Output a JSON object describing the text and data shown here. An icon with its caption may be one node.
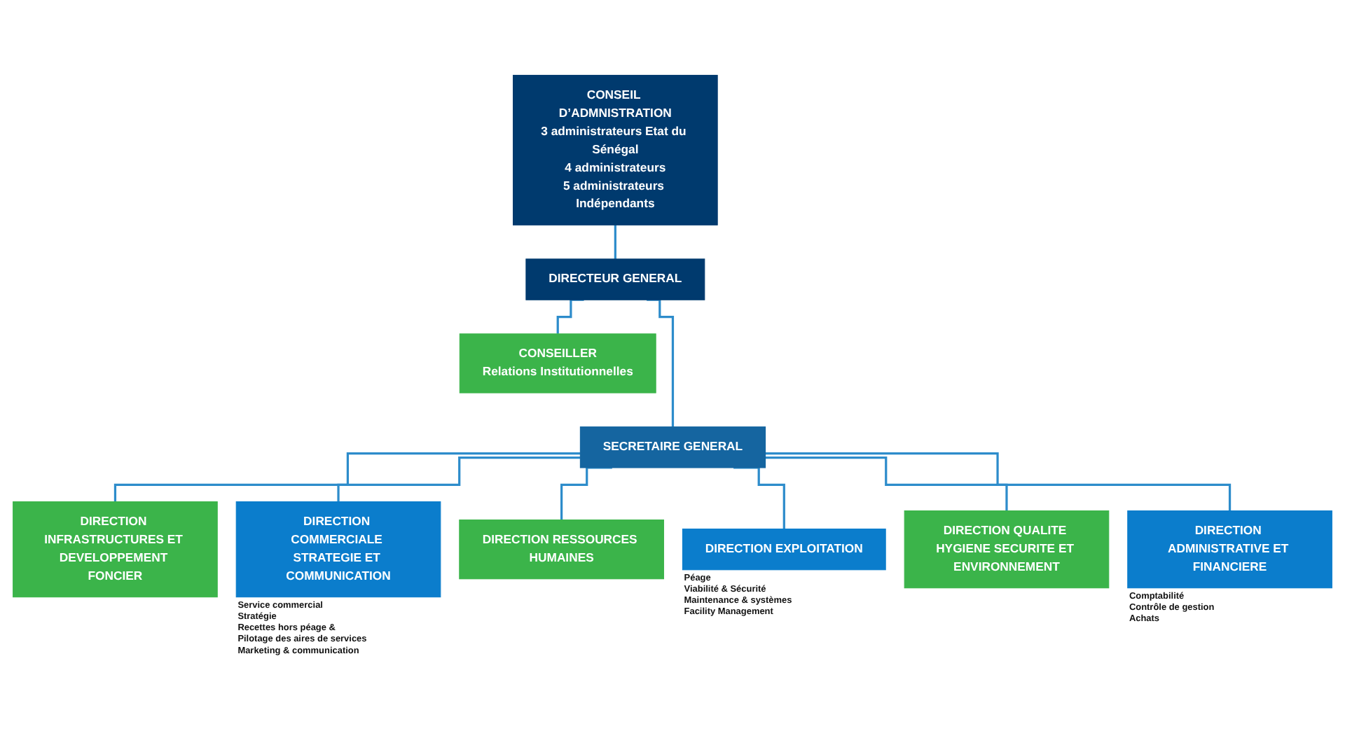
{
  "diagram": {
    "nodes": [
      {
        "text": [
          "CONSEIL D’ADMNISTRATION",
          "3 administrateurs Etat du Sénégal",
          "4 administrateurs",
          "5 administrateurs Indépendants"
        ]
      },
      {
        "text": [
          "DIRECTEUR GENERAL"
        ]
      },
      {
        "text": [
          "CONSEILLER",
          "Relations Institutionnelles"
        ]
      },
      {
        "text": [
          "SECRETAIRE GENERAL"
        ]
      },
      {
        "text": [
          "DIRECTION INFRASTRUCTURES ET DEVELOPPEMENT FONCIER"
        ]
      },
      {
        "text": [
          "DIRECTION COMMERCIALE STRATEGIE ET COMMUNICATION"
        ],
        "beside": [
          "Service commercial",
          "Stratégie",
          "Recettes hors péage &",
          "Pilotage des aires de services",
          "Marketing & communication"
        ]
      },
      {
        "text": [
          "DIRECTION RESSOURCES HUMAINES"
        ]
      },
      {
        "text": [
          "DIRECTION EXPLOITATION"
        ],
        "beside": [
          "Péage",
          "Viabilité & Sécurité",
          "Maintenance & systèmes",
          "Facility Management"
        ]
      },
      {
        "text": [
          "DIRECTION QUALITE HYGIENE SECURITE ET ENVIRONNEMENT"
        ]
      },
      {
        "text": [
          "DIRECTION ADMINISTRATIVE ET FINANCIERE"
        ],
        "beside": [
          "Comptabilité",
          "Contrôle de gestion",
          "Achats"
        ]
      }
    ],
    "edges": [
      {
        "from": 0,
        "to": 1,
        "arrow": "none"
      },
      {
        "from": 1,
        "to": 3,
        "arrow": "none"
      },
      {
        "from": 1,
        "to": 2,
        "arrow": "none"
      },
      {
        "from": 3,
        "to": 4,
        "arrow": "none"
      },
      {
        "from": 3,
        "to": 5,
        "arrow": "none"
      },
      {
        "from": 3,
        "to": 6,
        "arrow": "none"
      },
      {
        "from": 3,
        "to": 7,
        "arrow": "none"
      },
      {
        "from": 3,
        "to": 8,
        "arrow": "none"
      },
      {
        "from": 3,
        "to": 9,
        "arrow": "none"
      }
    ]
  }
}
